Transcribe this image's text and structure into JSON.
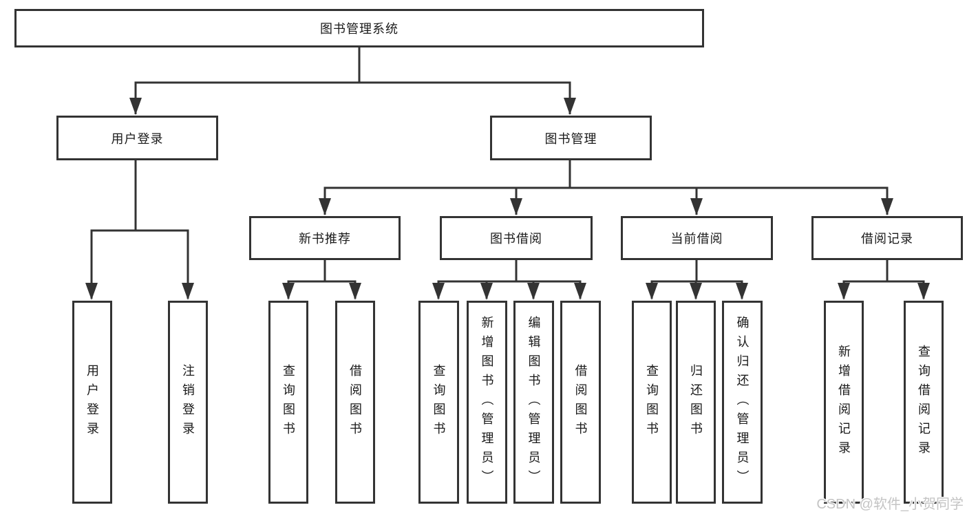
{
  "tree": {
    "label": "图书管理系统",
    "children": [
      {
        "label": "用户登录",
        "children": [
          {
            "label": "用户登录"
          },
          {
            "label": "注销登录"
          }
        ]
      },
      {
        "label": "图书管理",
        "children": [
          {
            "label": "新书推荐",
            "children": [
              {
                "label": "查询图书"
              },
              {
                "label": "借阅图书"
              }
            ]
          },
          {
            "label": "图书借阅",
            "children": [
              {
                "label": "查询图书"
              },
              {
                "label": "新增图书（管理员）"
              },
              {
                "label": "编辑图书（管理员）"
              },
              {
                "label": "借阅图书"
              }
            ]
          },
          {
            "label": "当前借阅",
            "children": [
              {
                "label": "查询图书"
              },
              {
                "label": "归还图书"
              },
              {
                "label": "确认归还（管理员）"
              }
            ]
          },
          {
            "label": "借阅记录",
            "children": [
              {
                "label": "新增借阅记录"
              },
              {
                "label": "查询借阅记录"
              }
            ]
          }
        ]
      }
    ]
  },
  "watermark": "CSDN @软件_小贺同学",
  "colors": {
    "line": "#333333",
    "box_border": "#333333",
    "text": "#1a1a1a",
    "watermark_text": "#c4c4c4",
    "background": "#ffffff"
  }
}
